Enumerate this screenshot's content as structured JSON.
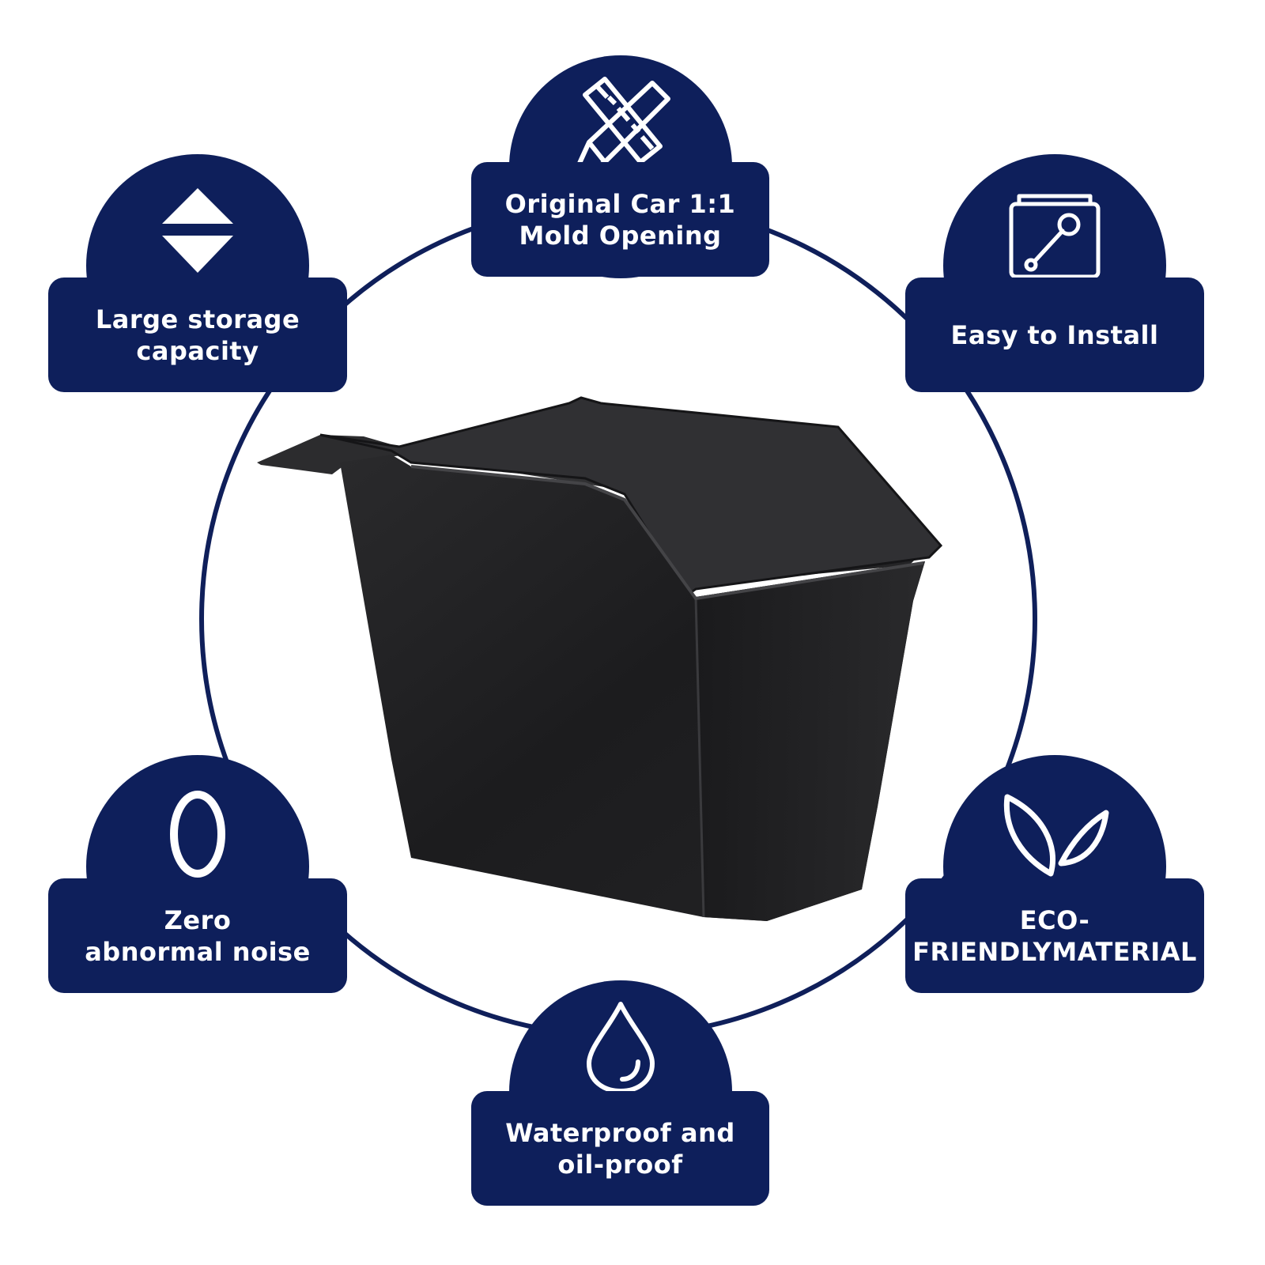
{
  "features": [
    {
      "id": "mold",
      "label": "Original Car 1:1\nMold Opening",
      "icon": "tools-cross-icon"
    },
    {
      "id": "storage",
      "label": "Large storage\ncapacity",
      "icon": "expand-arrows-icon"
    },
    {
      "id": "install",
      "label": "Easy to Install",
      "icon": "wrench-box-icon"
    },
    {
      "id": "noise",
      "label": "Zero\nabnormal noise",
      "icon": "zero-icon"
    },
    {
      "id": "eco",
      "label": "ECO-\nFRIENDLYMATERIAL",
      "icon": "leaves-icon"
    },
    {
      "id": "water",
      "label": "Waterproof and\noil-proof",
      "icon": "water-drop-icon"
    }
  ],
  "colors": {
    "badge": "#0e1f5b",
    "ring": "#0f1f5a",
    "text": "#ffffff",
    "product": "#1b1b1d"
  }
}
